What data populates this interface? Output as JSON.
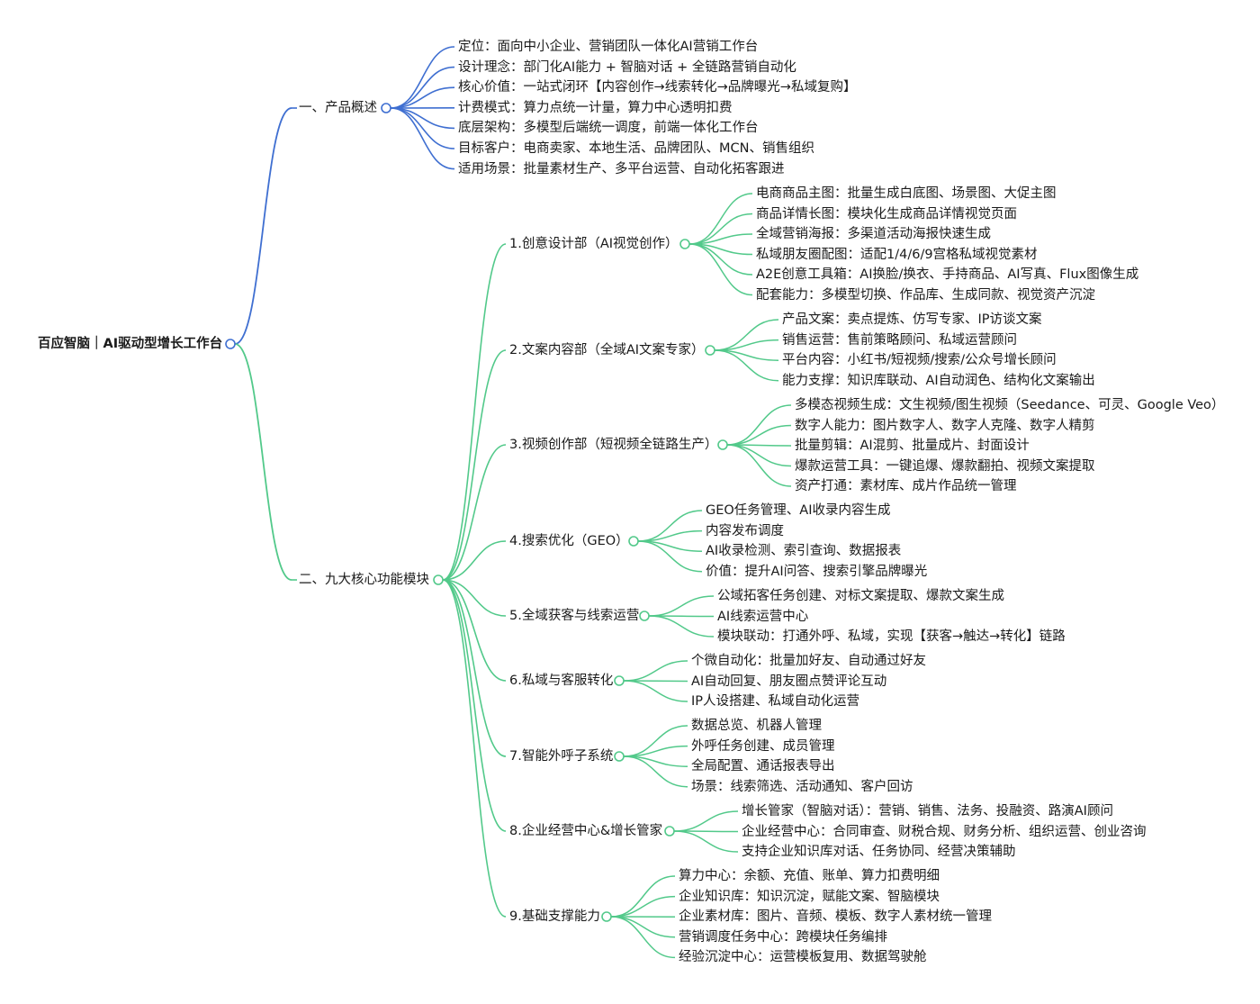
{
  "root": "百应智脑｜AI驱动型增长工作台",
  "colors": {
    "blue": "#3f6fd1",
    "green": "#52c98a"
  },
  "branches": [
    {
      "label": "一、产品概述",
      "children": [
        {
          "label": "定位：面向中小企业、营销团队一体化AI营销工作台"
        },
        {
          "label": "设计理念：部门化AI能力 + 智脑对话 + 全链路营销自动化"
        },
        {
          "label": "核心价值：一站式闭环【内容创作→线索转化→品牌曝光→私域复购】"
        },
        {
          "label": "计费模式：算力点统一计量，算力中心透明扣费"
        },
        {
          "label": "底层架构：多模型后端统一调度，前端一体化工作台"
        },
        {
          "label": "目标客户：电商卖家、本地生活、品牌团队、MCN、销售组织"
        },
        {
          "label": "适用场景：批量素材生产、多平台运营、自动化拓客跟进"
        }
      ]
    },
    {
      "label": "二、九大核心功能模块",
      "children": [
        {
          "label": "1.创意设计部（AI视觉创作）",
          "children": [
            "电商商品主图：批量生成白底图、场景图、大促主图",
            "商品详情长图：模块化生成商品详情视觉页面",
            "全域营销海报：多渠道活动海报快速生成",
            "私域朋友圈配图：适配1/4/6/9宫格私域视觉素材",
            "A2E创意工具箱：AI换脸/换衣、手持商品、AI写真、Flux图像生成",
            "配套能力：多模型切换、作品库、生成同款、视觉资产沉淀"
          ]
        },
        {
          "label": "2.文案内容部（全域AI文案专家）",
          "children": [
            "产品文案：卖点提炼、仿写专家、IP访谈文案",
            "销售运营：售前策略顾问、私域运营顾问",
            "平台内容：小红书/短视频/搜索/公众号增长顾问",
            "能力支撑：知识库联动、AI自动润色、结构化文案输出"
          ]
        },
        {
          "label": "3.视频创作部（短视频全链路生产）",
          "children": [
            "多模态视频生成：文生视频/图生视频（Seedance、可灵、Google Veo）",
            "数字人能力：图片数字人、数字人克隆、数字人精剪",
            "批量剪辑：AI混剪、批量成片、封面设计",
            "爆款运营工具：一键追爆、爆款翻拍、视频文案提取",
            "资产打通：素材库、成片作品统一管理"
          ]
        },
        {
          "label": "4.搜索优化（GEO）",
          "children": [
            "GEO任务管理、AI收录内容生成",
            "内容发布调度",
            "AI收录检测、索引查询、数据报表",
            "价值：提升AI问答、搜索引擎品牌曝光"
          ]
        },
        {
          "label": "5.全域获客与线索运营",
          "children": [
            "公域拓客任务创建、对标文案提取、爆款文案生成",
            "AI线索运营中心",
            "模块联动：打通外呼、私域，实现【获客→触达→转化】链路"
          ]
        },
        {
          "label": "6.私域与客服转化",
          "children": [
            "个微自动化：批量加好友、自动通过好友",
            "AI自动回复、朋友圈点赞评论互动",
            "IP人设搭建、私域自动化运营"
          ]
        },
        {
          "label": "7.智能外呼子系统",
          "children": [
            "数据总览、机器人管理",
            "外呼任务创建、成员管理",
            "全局配置、通话报表导出",
            "场景：线索筛选、活动通知、客户回访"
          ]
        },
        {
          "label": "8.企业经营中心&增长管家",
          "children": [
            "增长管家（智脑对话）：营销、销售、法务、投融资、路演AI顾问",
            "企业经营中心：合同审查、财税合规、财务分析、组织运营、创业咨询",
            "支持企业知识库对话、任务协同、经营决策辅助"
          ]
        },
        {
          "label": "9.基础支撑能力",
          "children": [
            "算力中心：余额、充值、账单、算力扣费明细",
            "企业知识库：知识沉淀，赋能文案、智脑模块",
            "企业素材库：图片、音频、模板、数字人素材统一管理",
            "营销调度任务中心：跨模块任务编排",
            "经验沉淀中心：运营模板复用、数据驾驶舱"
          ]
        }
      ]
    }
  ]
}
